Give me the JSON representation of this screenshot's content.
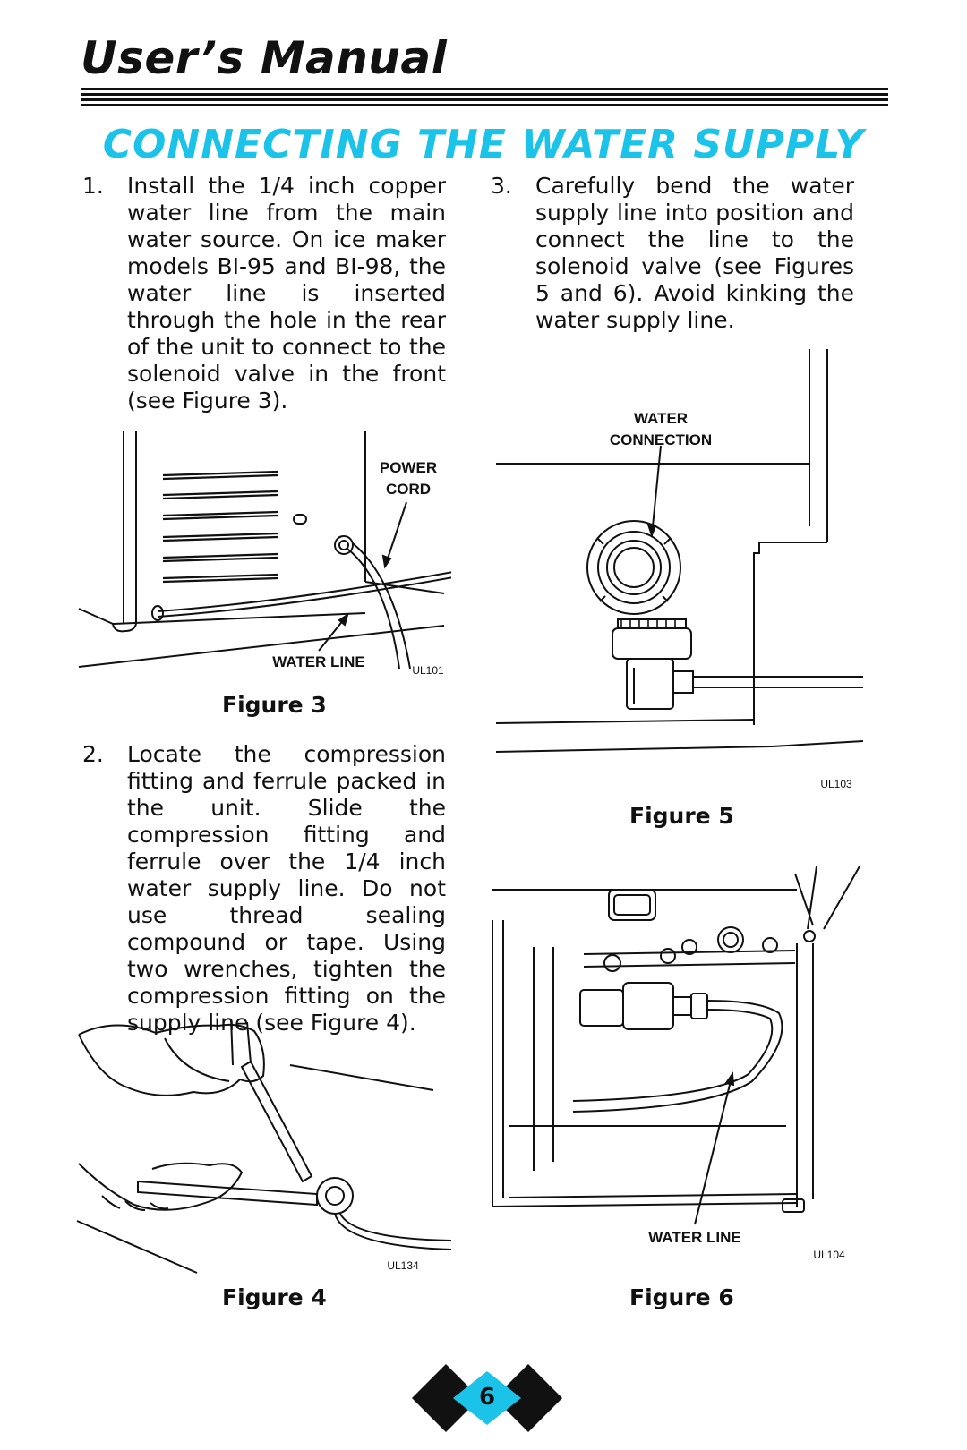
{
  "header": {
    "title": "User’s Manual"
  },
  "page_title": "CONNECTING THE WATER SUPPLY",
  "steps": [
    {
      "num": "1.",
      "text": "Install the 1/4 inch copper water line from the main water source. On ice maker models BI-95 and BI-98, the water line is inserted through the hole in the rear of the unit to connect to the solenoid valve in the front (see Figure 3)."
    },
    {
      "num": "2.",
      "text": "Locate the compression fitting and ferrule packed in the unit. Slide the compression fitting and ferrule over the 1/4 inch water supply line. Do not use thread sealing compound or tape. Using two wrenches, tighten the compression fitting on the supply line (see Figure 4)."
    },
    {
      "num": "3.",
      "text": "Carefully bend the water supply line into position and connect the line to the solenoid valve (see Figures 5 and 6). Avoid kinking the water supply line."
    }
  ],
  "figures": {
    "fig3": {
      "caption": "Figure 3",
      "label_power": [
        "POWER",
        "CORD"
      ],
      "label_water": "WATER LINE",
      "code": "UL101"
    },
    "fig4": {
      "caption": "Figure 4",
      "code": "UL134"
    },
    "fig5": {
      "caption": "Figure 5",
      "label_water": [
        "WATER",
        "CONNECTION"
      ],
      "code": "UL103"
    },
    "fig6": {
      "caption": "Figure 6",
      "label_water": "WATER LINE",
      "code": "UL104"
    }
  },
  "page_number": "6",
  "colors": {
    "accent": "#1cc3e8",
    "ink": "#111111"
  }
}
